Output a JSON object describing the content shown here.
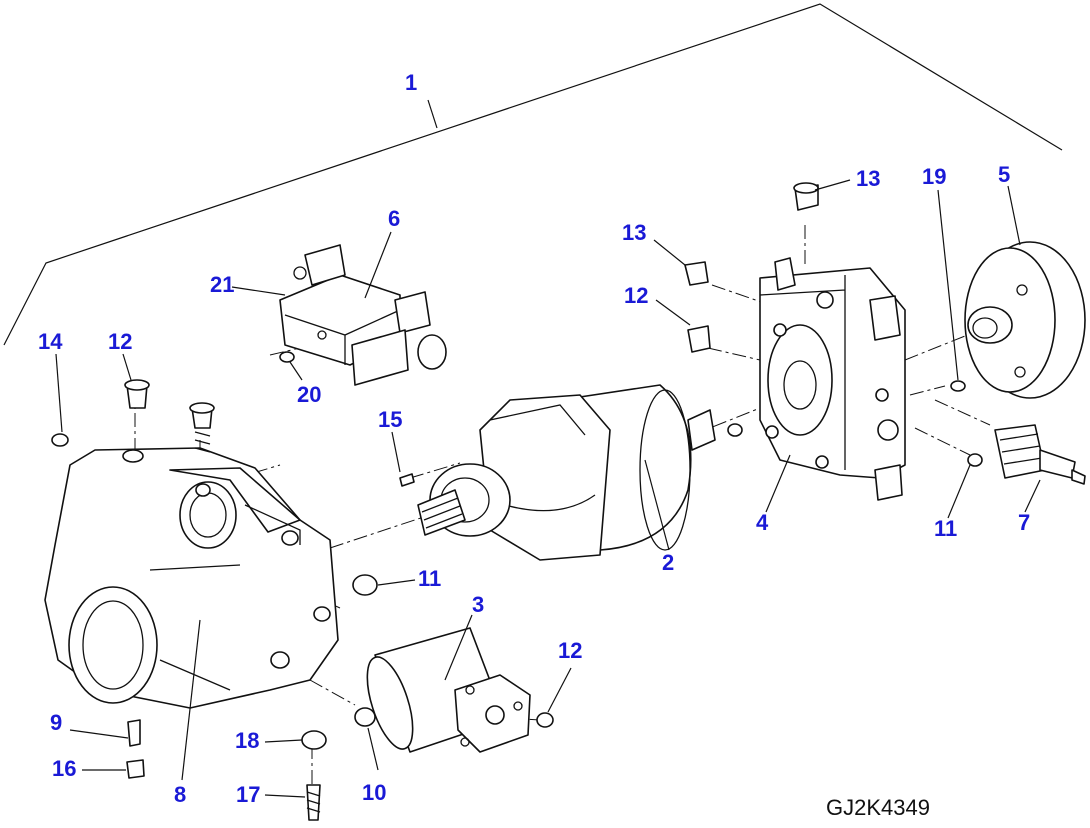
{
  "drawing_code": "GJ2K4349",
  "callouts": [
    {
      "label": "1"
    },
    {
      "label": "2"
    },
    {
      "label": "3"
    },
    {
      "label": "4"
    },
    {
      "label": "5"
    },
    {
      "label": "6"
    },
    {
      "label": "7"
    },
    {
      "label": "8"
    },
    {
      "label": "9"
    },
    {
      "label": "10"
    },
    {
      "label": "11"
    },
    {
      "label": "11"
    },
    {
      "label": "12"
    },
    {
      "label": "12"
    },
    {
      "label": "12"
    },
    {
      "label": "13"
    },
    {
      "label": "13"
    },
    {
      "label": "14"
    },
    {
      "label": "15"
    },
    {
      "label": "16"
    },
    {
      "label": "17"
    },
    {
      "label": "18"
    },
    {
      "label": "19"
    },
    {
      "label": "20"
    },
    {
      "label": "21"
    }
  ],
  "colors": {
    "callout": "#1a1ad6",
    "line": "#111111",
    "background": "#ffffff"
  }
}
